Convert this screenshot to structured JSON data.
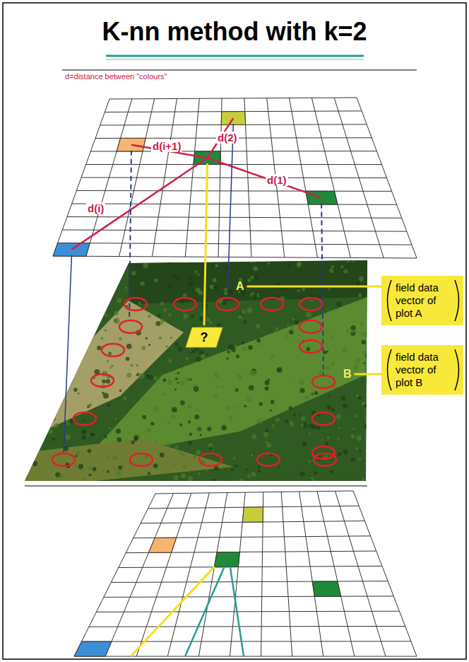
{
  "diagram": {
    "title": "K-nn method with k=2",
    "nodes": [
      {
        "text": [
          "field data vector of plot A"
        ]
      },
      {
        "text": [
          "?"
        ]
      },
      {
        "text": [
          "field data vector of plot B"
        ]
      }
    ],
    "labels": [
      "d=distance between \"colours\"",
      "d(2)",
      "d(i+1)",
      "d(1)",
      "d(i)",
      "A",
      "B"
    ]
  }
}
